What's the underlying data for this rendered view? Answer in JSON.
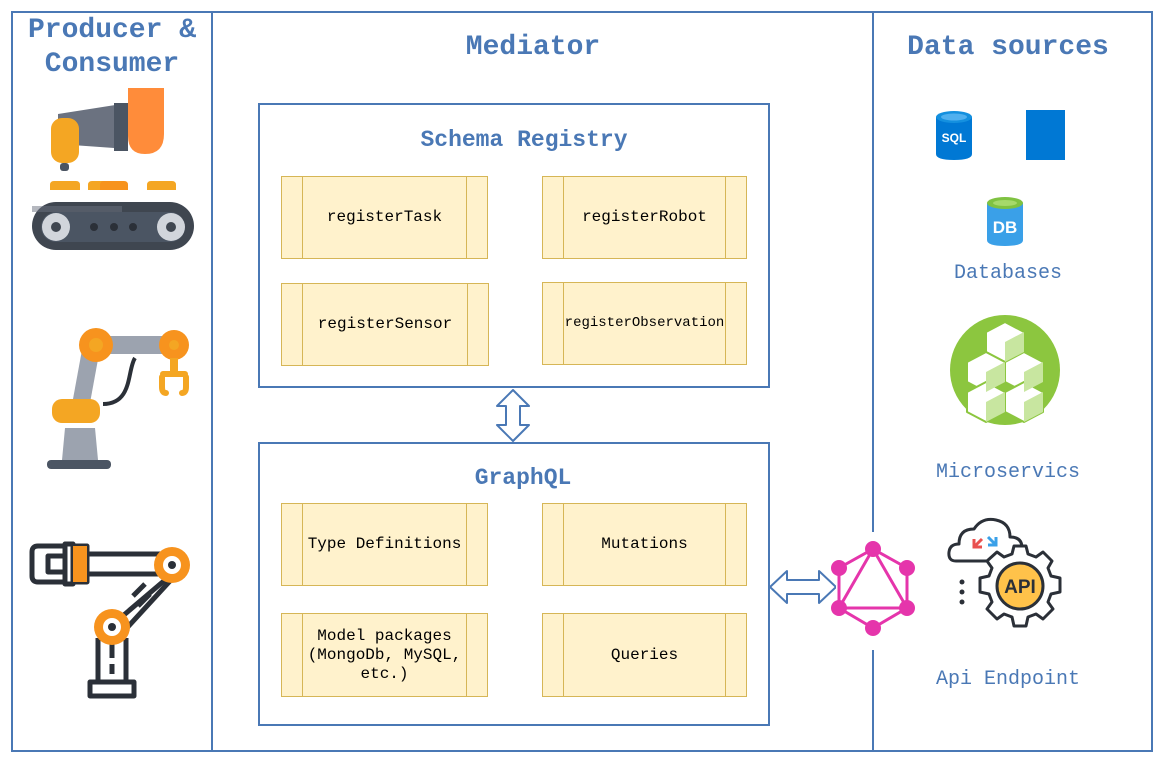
{
  "columns": {
    "producer": {
      "title_line1": "Producer &",
      "title_line2": "Consumer"
    },
    "mediator": {
      "title": "Mediator"
    },
    "datasources": {
      "title": "Data sources"
    }
  },
  "schema_registry": {
    "title": "Schema Registry",
    "items": [
      "registerTask",
      "registerRobot",
      "registerSensor",
      "registerObservation"
    ]
  },
  "graphql": {
    "title": "GraphQL",
    "items": [
      "Type Definitions",
      "Mutations",
      "Model packages\n(MongoDb, MySQL,\netc.)",
      "Queries"
    ]
  },
  "datasource_labels": {
    "databases": "Databases",
    "microservices": "Microservics",
    "api": "Api Endpoint"
  },
  "icon_text": {
    "sql": "SQL",
    "db": "DB",
    "api": "API"
  },
  "colors": {
    "border": "#4a78b5",
    "process_fill": "#fff2cc",
    "process_stroke": "#d6b656",
    "graphql_pink": "#e535ab",
    "microservice_green": "#8cc63f",
    "azure_blue": "#0078d4"
  }
}
